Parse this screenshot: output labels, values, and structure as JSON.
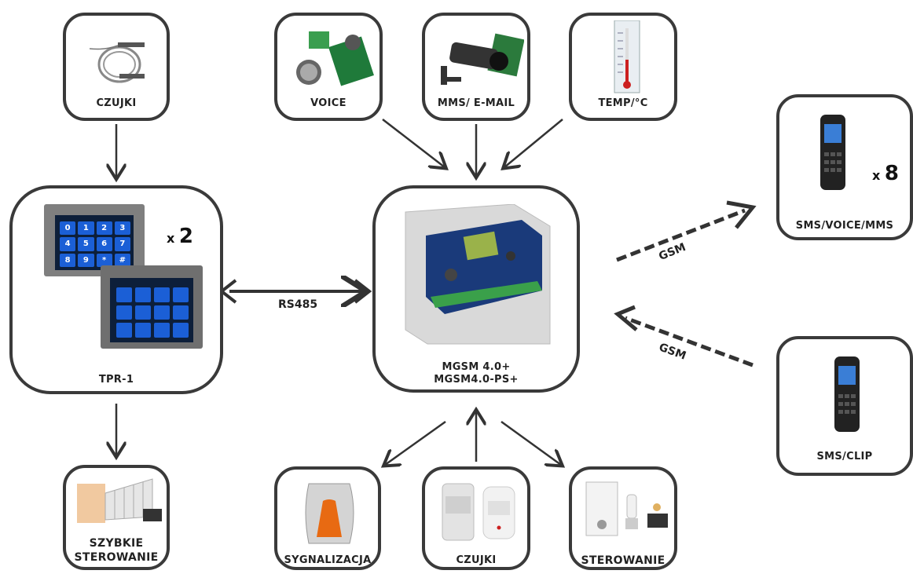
{
  "nodes": {
    "czujki_top": {
      "label": "CZUJKI"
    },
    "voice": {
      "label": "VOICE"
    },
    "mms": {
      "label": "MMS/ E-MAIL"
    },
    "temp": {
      "label": "TEMP/°C"
    },
    "tpr": {
      "label": "TPR-1",
      "multiplier": "2"
    },
    "mgsm": {
      "label_line1": "MGSM 4.0+",
      "label_line2": "MGSM4.0-PS+"
    },
    "sms_voice_mms": {
      "label": "SMS/VOICE/MMS",
      "multiplier": "8"
    },
    "sms_clip": {
      "label": "SMS/CLIP"
    },
    "szybkie": {
      "label_line1": "SZYBKIE",
      "label_line2": "STEROWANIE"
    },
    "sygnalizacja": {
      "label": "SYGNALIZACJA"
    },
    "czujki_bottom": {
      "label": "CZUJKI"
    },
    "sterowanie": {
      "label": "STEROWANIE"
    }
  },
  "edges": {
    "rs485": "RS485",
    "gsm_out": "GSM",
    "gsm_in": "GSM"
  },
  "multiplier_prefix": "x",
  "keypad_keys": [
    "0",
    "1",
    "2",
    "3",
    "4",
    "5",
    "6",
    "7",
    "8",
    "9",
    "*",
    "#"
  ],
  "colors": {
    "border": "#3a3a3a",
    "keypad_blue": "#1b5fd6",
    "arrow": "#333333"
  }
}
